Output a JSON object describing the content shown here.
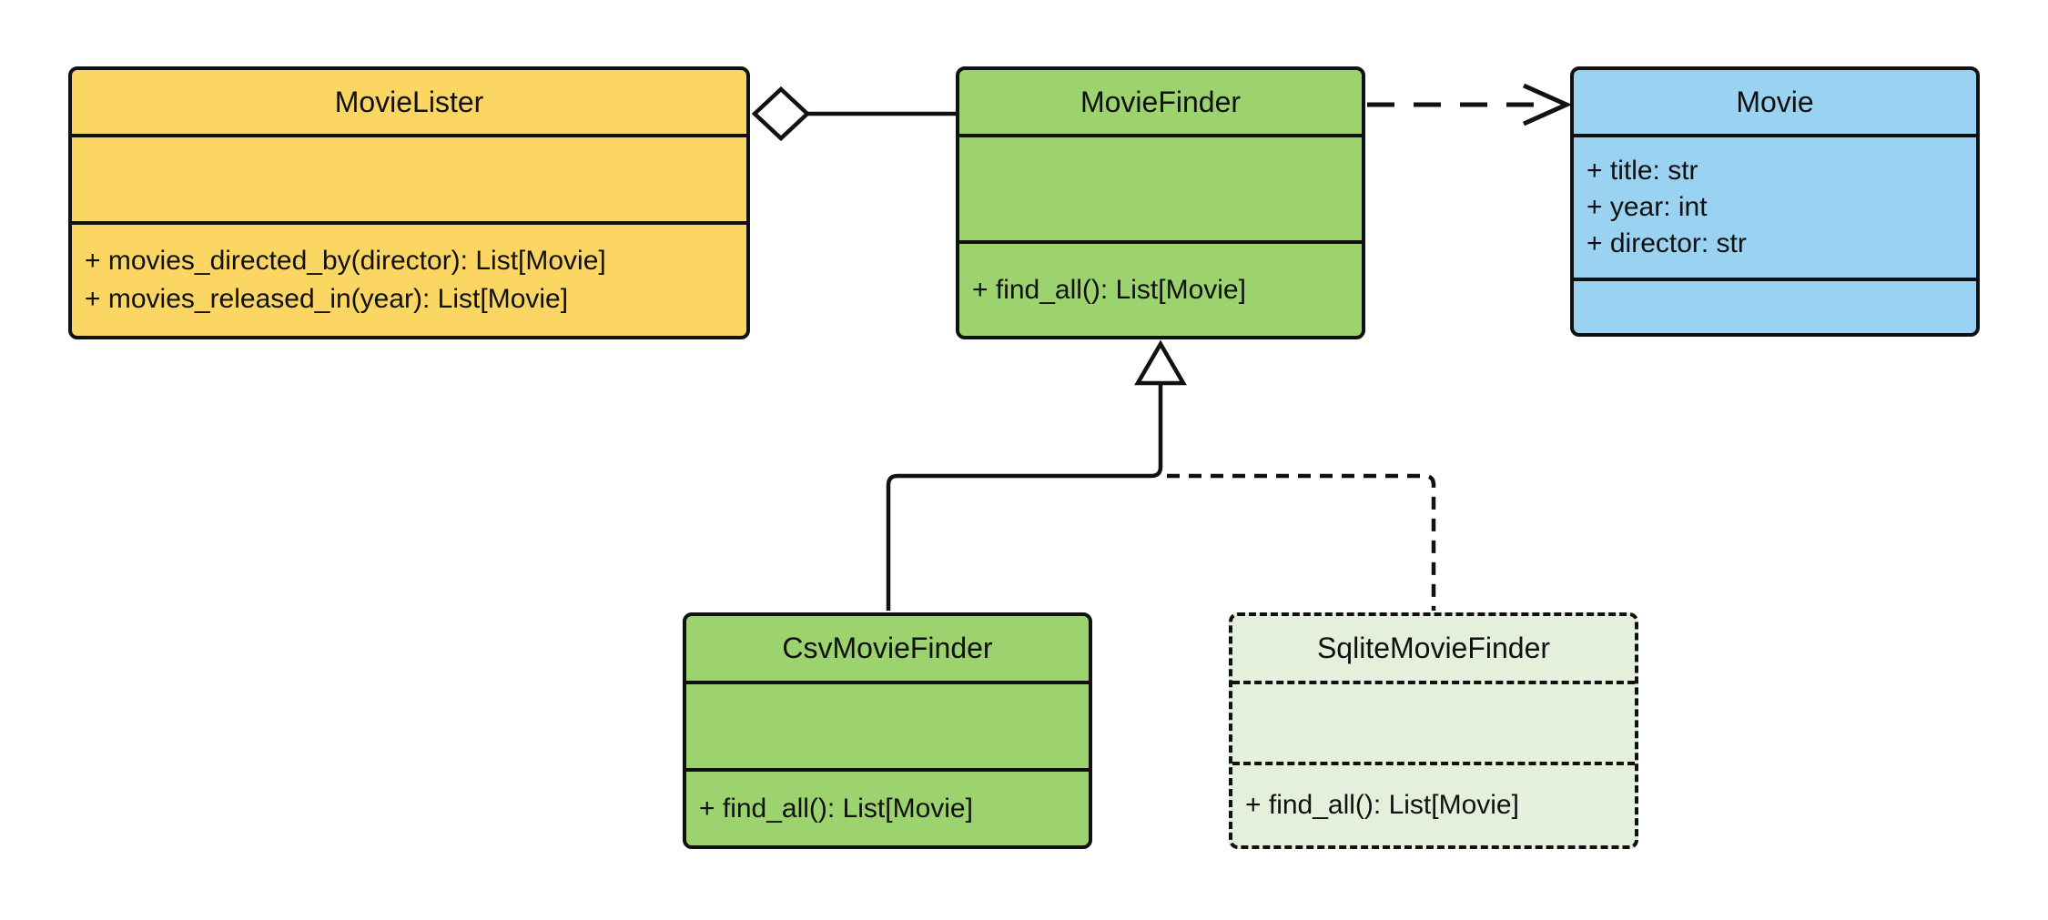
{
  "diagram": {
    "kind": "uml-class-diagram",
    "classes": [
      {
        "name": "MovieLister",
        "attributes": [],
        "methods": [
          "+ movies_directed_by(director): List[Movie]",
          "+ movies_released_in(year): List[Movie]"
        ],
        "fill": "#FBD663",
        "border_style": "solid"
      },
      {
        "name": "MovieFinder",
        "attributes": [],
        "methods": [
          "+ find_all(): List[Movie]"
        ],
        "fill": "#9DD36F",
        "border_style": "solid"
      },
      {
        "name": "Movie",
        "attributes": [
          "+ title: str",
          "+ year: int",
          "+ director: str"
        ],
        "methods": [],
        "fill": "#9AD2F2",
        "border_style": "solid"
      },
      {
        "name": "CsvMovieFinder",
        "attributes": [],
        "methods": [
          "+ find_all(): List[Movie]"
        ],
        "fill": "#9DD36F",
        "border_style": "solid"
      },
      {
        "name": "SqliteMovieFinder",
        "attributes": [],
        "methods": [
          "+ find_all(): List[Movie]"
        ],
        "fill": "#E4F0DC",
        "border_style": "dashed"
      }
    ],
    "relationships": [
      {
        "type": "aggregation",
        "source": "MovieLister",
        "target": "MovieFinder",
        "line_style": "solid",
        "marker": "hollow-diamond"
      },
      {
        "type": "dependency",
        "source": "MovieFinder",
        "target": "Movie",
        "line_style": "dashed",
        "marker": "open-arrowhead"
      },
      {
        "type": "inheritance",
        "source": "CsvMovieFinder",
        "target": "MovieFinder",
        "line_style": "solid",
        "marker": "hollow-triangle"
      },
      {
        "type": "inheritance",
        "source": "SqliteMovieFinder",
        "target": "MovieFinder",
        "line_style": "dashed",
        "marker": "hollow-triangle"
      }
    ],
    "colors": {
      "background": "#FFFFFF",
      "stroke": "#111111",
      "movie_lister_fill": "#FBD663",
      "movie_finder_fill": "#9DD36F",
      "movie_fill": "#9AD2F2",
      "csv_movie_finder_fill": "#9DD36F",
      "sqlite_movie_finder_fill": "#E4F0DC"
    }
  }
}
